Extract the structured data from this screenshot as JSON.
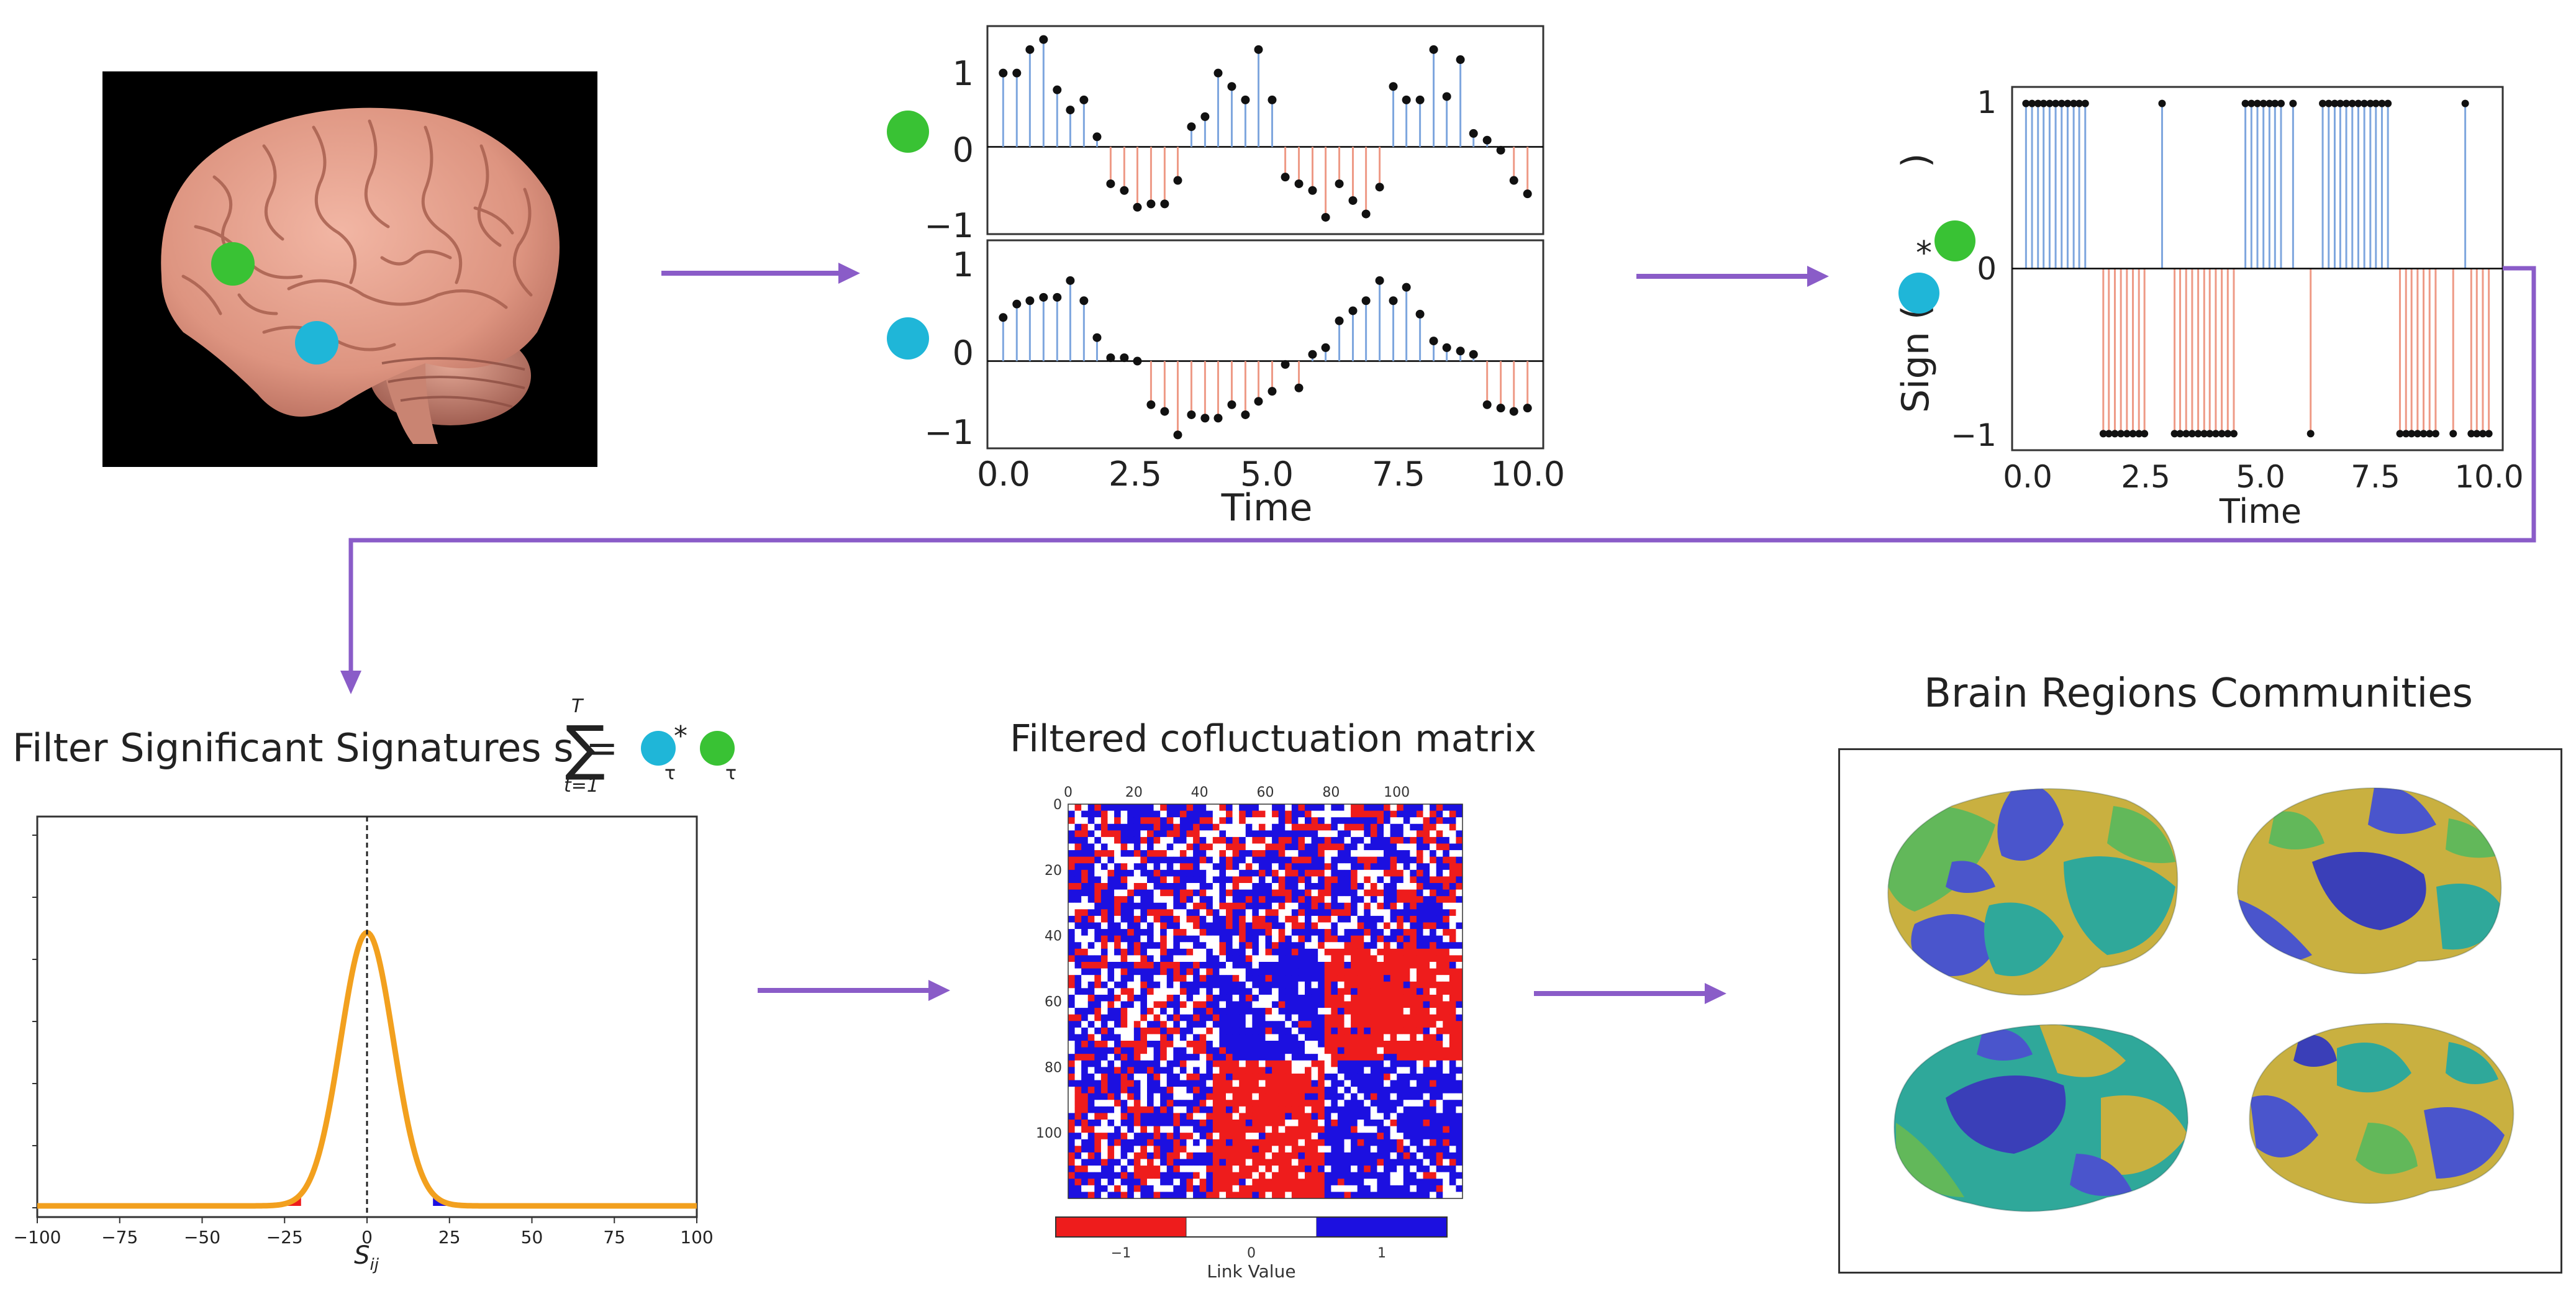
{
  "colors": {
    "arrow": "#8a5cc8",
    "green_dot": "#39c234",
    "blue_dot": "#1fb6d8",
    "positive_stem": "#7ea6de",
    "negative_stem": "#ee9a86",
    "gauss_curve": "#f2a01e",
    "matrix_red": "#ee1c1c",
    "matrix_blue": "#1c10e0",
    "matrix_white": "#ffffff",
    "brain_colors": [
      "#4a55cc",
      "#c9b040",
      "#2fa89a",
      "#62b85a",
      "#3a3fb8"
    ]
  },
  "brain_photo": {
    "icons": [
      "brain-icon",
      "green-region-dot-icon",
      "blue-region-dot-icon"
    ]
  },
  "timeseries_panel": {
    "xlabel": "Time",
    "xticks": [
      "0.0",
      "2.5",
      "5.0",
      "7.5",
      "10.0"
    ],
    "yticks": [
      "1",
      "0",
      "−1"
    ]
  },
  "sign_panel": {
    "ylabel_prefix": "Sign (",
    "ylabel_suffix": ")",
    "star": "*",
    "xlabel": "Time",
    "xticks": [
      "0.0",
      "2.5",
      "5.0",
      "7.5",
      "10.0"
    ],
    "yticks": [
      "1",
      "0",
      "−1"
    ]
  },
  "filter_panel": {
    "title": "Filter Significant Signatures s =",
    "sum_upper": "T",
    "sum_lower": "t=1",
    "sub_tau_1": "τ",
    "sub_tau_2": "τ",
    "star": "*",
    "xticks": [
      "−100",
      "−75",
      "−50",
      "−25",
      "0",
      "25",
      "50",
      "75",
      "100"
    ],
    "xlabel": "S",
    "xlabel_sub": "ij"
  },
  "matrix_panel": {
    "title": "Filtered cofluctuation matrix",
    "xticks": [
      "0",
      "20",
      "40",
      "60",
      "80",
      "100"
    ],
    "yticks": [
      "0",
      "20",
      "40",
      "60",
      "80",
      "100"
    ],
    "colorbar_ticks": [
      "−1",
      "0",
      "1"
    ],
    "colorbar_label": "Link Value"
  },
  "communities_panel": {
    "title": "Brain Regions Communities"
  },
  "chart_data": [
    {
      "type": "line",
      "mark": "stem",
      "series": [
        {
          "name": "",
          "x": [
            0.0,
            0.26,
            0.51,
            0.77,
            1.03,
            1.28,
            1.54,
            1.79,
            2.05,
            2.31,
            2.56,
            2.82,
            3.08,
            3.33,
            3.59,
            3.85,
            4.1,
            4.36,
            4.62,
            4.87,
            5.13,
            5.38,
            5.64,
            5.9,
            6.15,
            6.41,
            6.67,
            6.92,
            7.18,
            7.44,
            7.69,
            7.95,
            8.21,
            8.46,
            8.72,
            8.97,
            9.23,
            9.49,
            9.74,
            10.0
          ],
          "values": [
            1.1,
            1.1,
            1.45,
            1.6,
            0.85,
            0.55,
            0.7,
            0.15,
            -0.55,
            -0.65,
            -0.9,
            -0.85,
            -0.85,
            -0.5,
            0.3,
            0.45,
            1.1,
            0.9,
            0.7,
            1.45,
            0.7,
            -0.45,
            -0.55,
            -0.65,
            -1.05,
            -0.55,
            -0.8,
            -1.0,
            -0.6,
            0.9,
            0.7,
            0.7,
            1.45,
            0.75,
            1.3,
            0.2,
            0.1,
            -0.05,
            -0.5,
            -0.7
          ]
        },
        {
          "name": "",
          "x": [
            0.0,
            0.26,
            0.51,
            0.77,
            1.03,
            1.28,
            1.54,
            1.79,
            2.05,
            2.31,
            2.56,
            2.82,
            3.08,
            3.33,
            3.59,
            3.85,
            4.1,
            4.36,
            4.62,
            4.87,
            5.13,
            5.38,
            5.64,
            5.9,
            6.15,
            6.41,
            6.67,
            6.92,
            7.18,
            7.44,
            7.69,
            7.95,
            8.21,
            8.46,
            8.72,
            8.97,
            9.23,
            9.49,
            9.74,
            10.0
          ],
          "values": [
            0.65,
            0.85,
            0.9,
            0.95,
            0.95,
            1.2,
            0.9,
            0.35,
            0.05,
            0.05,
            0.0,
            -0.65,
            -0.75,
            -1.1,
            -0.8,
            -0.85,
            -0.85,
            -0.65,
            -0.8,
            -0.6,
            -0.45,
            -0.05,
            -0.4,
            0.1,
            0.2,
            0.6,
            0.75,
            0.9,
            1.2,
            0.9,
            1.1,
            0.7,
            0.3,
            0.2,
            0.15,
            0.1,
            -0.65,
            -0.7,
            -0.75,
            -0.7
          ]
        }
      ],
      "xlabel": "Time",
      "xlim": [
        -0.3,
        10.3
      ],
      "ylim": [
        -1.3,
        1.8
      ]
    },
    {
      "type": "line",
      "mark": "stem",
      "x": [
        0.0,
        0.13,
        0.26,
        0.38,
        0.51,
        0.64,
        0.77,
        0.9,
        1.03,
        1.15,
        1.28,
        1.67,
        1.79,
        1.92,
        2.05,
        2.18,
        2.31,
        2.44,
        2.56,
        2.94,
        3.21,
        3.33,
        3.46,
        3.59,
        3.72,
        3.85,
        3.97,
        4.1,
        4.23,
        4.36,
        4.49,
        4.74,
        4.87,
        5.0,
        5.13,
        5.26,
        5.38,
        5.51,
        5.77,
        6.15,
        6.41,
        6.54,
        6.67,
        6.79,
        6.92,
        7.05,
        7.18,
        7.31,
        7.44,
        7.56,
        7.69,
        7.82,
        8.08,
        8.21,
        8.33,
        8.46,
        8.59,
        8.72,
        8.85,
        9.23,
        9.49,
        9.62,
        9.74,
        9.87,
        10.0
      ],
      "values": [
        1,
        1,
        1,
        1,
        1,
        1,
        1,
        1,
        1,
        1,
        1,
        -1,
        -1,
        -1,
        -1,
        -1,
        -1,
        -1,
        -1,
        1,
        -1,
        -1,
        -1,
        -1,
        -1,
        -1,
        -1,
        -1,
        -1,
        -1,
        -1,
        1,
        1,
        1,
        1,
        1,
        1,
        1,
        1,
        -1,
        1,
        1,
        1,
        1,
        1,
        1,
        1,
        1,
        1,
        1,
        1,
        1,
        -1,
        -1,
        -1,
        -1,
        -1,
        -1,
        -1,
        -1,
        1,
        -1,
        -1,
        -1,
        -1
      ],
      "xlabel": "Time",
      "xlim": [
        -0.3,
        10.3
      ],
      "ylim": [
        -1.1,
        1.1
      ]
    },
    {
      "type": "area",
      "curve": "normal",
      "mean": 0,
      "std": 8,
      "xlim": [
        -100,
        100
      ],
      "xticks": [
        -100,
        -75,
        -50,
        -25,
        0,
        25,
        50,
        75,
        100
      ],
      "xlabel": "S_ij",
      "shaded_left": [
        -25,
        -20
      ],
      "shaded_right": [
        20,
        25
      ],
      "vline": 0
    },
    {
      "type": "heatmap",
      "size": 120,
      "values": [
        -1,
        0,
        1
      ],
      "xticks": [
        0,
        20,
        40,
        60,
        80,
        100
      ],
      "yticks": [
        0,
        20,
        40,
        60,
        80,
        100
      ],
      "colorbar_label": "Link Value"
    }
  ]
}
